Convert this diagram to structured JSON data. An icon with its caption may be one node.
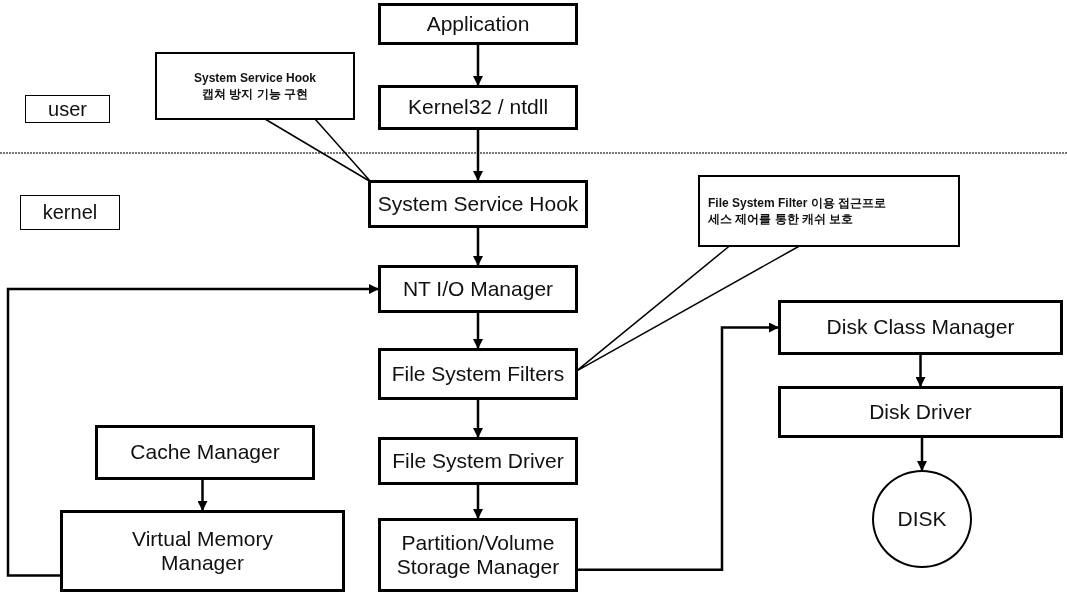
{
  "diagram": {
    "nodes": [
      {
        "text": [
          "Application"
        ]
      },
      {
        "text": [
          "Kernel32 / ntdll"
        ]
      },
      {
        "text": [
          "System Service Hook"
        ]
      },
      {
        "text": [
          "NT I/O Manager"
        ]
      },
      {
        "text": [
          "File System Filters"
        ]
      },
      {
        "text": [
          "File System Driver"
        ]
      },
      {
        "text": [
          "Partition/Volume Storage Manager"
        ]
      },
      {
        "text": [
          "Cache Manager"
        ]
      },
      {
        "text": [
          "Virtual Memory Manager"
        ]
      },
      {
        "text": [
          "Disk Class Manager"
        ]
      },
      {
        "text": [
          "Disk Driver"
        ]
      },
      {
        "text": [
          "DISK"
        ]
      },
      {
        "text": [
          "System Service Hook",
          "캡쳐 방지 기능 구현"
        ]
      },
      {
        "text": [
          "File System Filter 이용 접근프로세스 제어를 통한 캐쉬 보호"
        ]
      },
      {
        "text": [
          "user"
        ]
      },
      {
        "text": [
          "kernel"
        ]
      }
    ],
    "edges": [
      {
        "from": 0,
        "to": 1,
        "arrow": "to"
      },
      {
        "from": 1,
        "to": 2,
        "arrow": "to"
      },
      {
        "from": 2,
        "to": 3,
        "arrow": "to"
      },
      {
        "from": 3,
        "to": 4,
        "arrow": "to"
      },
      {
        "from": 4,
        "to": 5,
        "arrow": "to"
      },
      {
        "from": 5,
        "to": 6,
        "arrow": "to"
      },
      {
        "from": 7,
        "to": 8,
        "arrow": "to"
      },
      {
        "from": 8,
        "to": 3,
        "arrow": "to"
      },
      {
        "from": 6,
        "to": 9,
        "arrow": "to"
      },
      {
        "from": 9,
        "to": 10,
        "arrow": "to"
      },
      {
        "from": 10,
        "to": 11,
        "arrow": "to"
      },
      {
        "from": 12,
        "to": 2,
        "arrow": "none"
      },
      {
        "from": 13,
        "to": 4,
        "arrow": "none"
      }
    ]
  }
}
